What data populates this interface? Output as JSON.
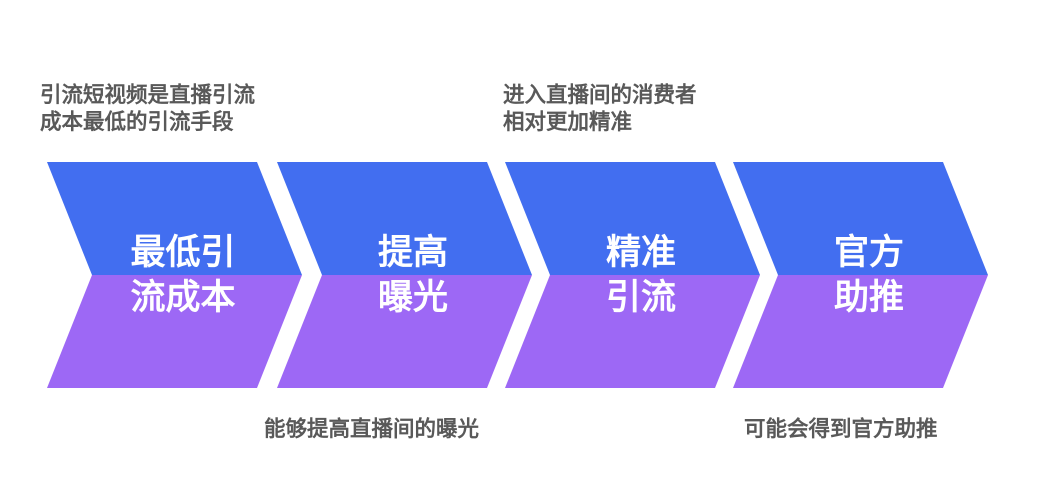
{
  "colors": {
    "blue": "#426EF0",
    "purple": "#9D68F5",
    "annotation_text": "#595959",
    "step_text": "#FFFFFF",
    "background": "#FFFFFF"
  },
  "annotations": {
    "top_left": {
      "lines": [
        "引流短视频是直播引流",
        "成本最低的引流手段"
      ]
    },
    "top_right": {
      "lines": [
        "进入直播间的消费者",
        "相对更加精准"
      ]
    },
    "bottom_left": {
      "lines": [
        "能够提高直播间的曝光"
      ]
    },
    "bottom_right": {
      "lines": [
        "可能会得到官方助推"
      ]
    }
  },
  "steps": [
    {
      "lines": [
        "最低引",
        "流成本"
      ]
    },
    {
      "lines": [
        "提高",
        "曝光"
      ]
    },
    {
      "lines": [
        "精准",
        "引流"
      ]
    },
    {
      "lines": [
        "官方",
        "助推"
      ]
    }
  ]
}
